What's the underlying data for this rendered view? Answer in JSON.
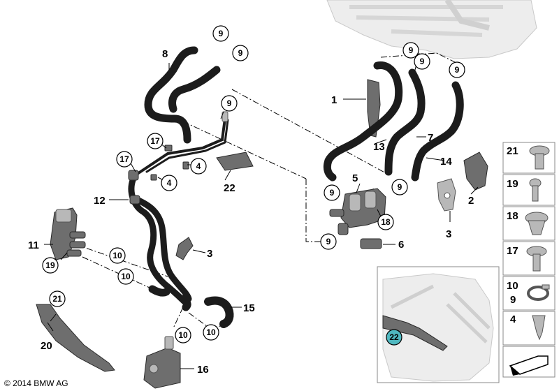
{
  "callouts": {
    "c1": "1",
    "c2": "2",
    "c3a": "3",
    "c3b": "3",
    "c4a": "4",
    "c4b": "4",
    "c5": "5",
    "c6": "6",
    "c7": "7",
    "c8": "8",
    "c9a": "9",
    "c9b": "9",
    "c9c": "9",
    "c9d": "9",
    "c9e": "9",
    "c9f": "9",
    "c9g": "9",
    "c9h": "9",
    "c9i": "9",
    "c10a": "10",
    "c10b": "10",
    "c10c": "10",
    "c10d": "10",
    "c11": "11",
    "c12": "12",
    "c13": "13",
    "c14": "14",
    "c15": "15",
    "c16": "16",
    "c17a": "17",
    "c17b": "17",
    "c18": "18",
    "c19": "19",
    "c20": "20",
    "c21": "21",
    "c22a": "22",
    "c22b": "22"
  },
  "sidebar": [
    {
      "top": "21",
      "bottom": ""
    },
    {
      "top": "19",
      "bottom": ""
    },
    {
      "top": "18",
      "bottom": ""
    },
    {
      "top": "17",
      "bottom": ""
    },
    {
      "top": "10",
      "bottom": "9"
    },
    {
      "top": "4",
      "bottom": ""
    }
  ],
  "copyright": "© 2014 BMW AG",
  "colors": {
    "hose": "#1c1c1c",
    "part": "#6e6e6e",
    "highlight": "#4fb8c0"
  }
}
